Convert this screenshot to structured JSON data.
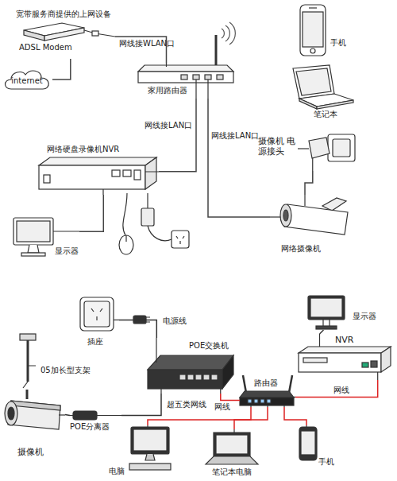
{
  "diagram": {
    "nodes": [
      {
        "text": [
          "宽带服务商提供的上网设备",
          "ADSL Modem"
        ]
      },
      {
        "text": [
          "internet"
        ]
      },
      {
        "text": [
          "家用路由器"
        ]
      },
      {
        "text": [
          "手机"
        ]
      },
      {
        "text": [
          "笔记本"
        ]
      },
      {
        "text": [
          "网络硬盘录像机NVR"
        ]
      },
      {
        "text": [
          "显示器"
        ]
      },
      {
        "text": [
          "摄像机 电源接头"
        ]
      },
      {
        "text": [
          "网络摄像机"
        ]
      },
      {
        "text": [
          "插座"
        ]
      },
      {
        "text": [
          "POE交换机"
        ]
      },
      {
        "text": [
          "NVR"
        ]
      },
      {
        "text": [
          "显示器"
        ]
      },
      {
        "text": [
          "路由器"
        ]
      },
      {
        "text": [
          "05加长型支架"
        ]
      },
      {
        "text": [
          "摄像机"
        ]
      },
      {
        "text": [
          "POE分离器"
        ]
      },
      {
        "text": [
          "电脑"
        ]
      },
      {
        "text": [
          "笔记本电脑"
        ]
      },
      {
        "text": [
          "手机"
        ]
      }
    ],
    "edges": [
      {
        "from": 0,
        "to": 1,
        "arrow": "none"
      },
      {
        "from": 0,
        "to": 2,
        "label": "网线接WLAN口",
        "arrow": "none"
      },
      {
        "from": 2,
        "to": 5,
        "label": "网线接LAN口",
        "arrow": "none"
      },
      {
        "from": 2,
        "to": 8,
        "label": "网线接LAN口",
        "arrow": "none"
      },
      {
        "from": 7,
        "to": 8,
        "arrow": "none"
      },
      {
        "from": 5,
        "to": 6,
        "arrow": "none"
      },
      {
        "from": 9,
        "to": 10,
        "label": "电源线",
        "arrow": "none"
      },
      {
        "from": 10,
        "to": 13,
        "label": "网线",
        "arrow": "none"
      },
      {
        "from": 13,
        "to": 11,
        "label": "网线",
        "arrow": "none"
      },
      {
        "from": 11,
        "to": 12,
        "arrow": "none"
      },
      {
        "from": 10,
        "to": 16,
        "label": "超五类网线",
        "arrow": "none"
      },
      {
        "from": 16,
        "to": 15,
        "arrow": "none"
      },
      {
        "from": 13,
        "to": 17,
        "arrow": "none"
      },
      {
        "from": 13,
        "to": 18,
        "arrow": "none"
      },
      {
        "from": 13,
        "to": 19,
        "arrow": "none"
      }
    ]
  }
}
